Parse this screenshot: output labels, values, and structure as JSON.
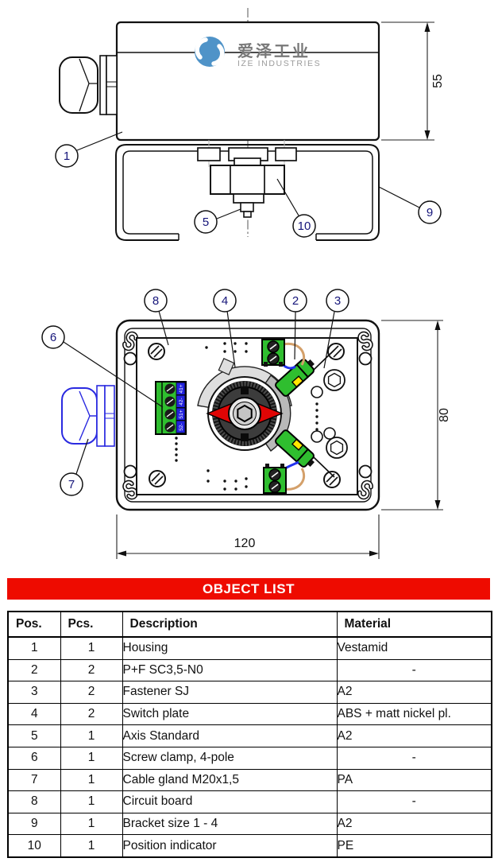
{
  "logo": {
    "brand_cn": "爱泽工业",
    "brand_en": "IZE INDUSTRIES"
  },
  "drawings": {
    "side_view": {
      "dim_height_label": "55",
      "callout_1": "1",
      "callout_5": "5",
      "callout_9": "9",
      "callout_10": "10"
    },
    "top_view": {
      "dim_height_label": "80",
      "dim_width_label": "120",
      "callout_2": "2",
      "callout_3": "3",
      "callout_4": "4",
      "callout_6": "6",
      "callout_7": "7",
      "callout_8": "8",
      "terminal_labels": [
        "41+",
        "42-",
        "51+",
        "52-"
      ]
    }
  },
  "object_list": {
    "title": "OBJECT LIST",
    "columns": [
      "Pos.",
      "Pcs.",
      "Description",
      "Material"
    ],
    "rows": [
      {
        "pos": "1",
        "pcs": "1",
        "description": "Housing",
        "material": "Vestamid"
      },
      {
        "pos": "2",
        "pcs": "2",
        "description": "P+F SC3,5-N0",
        "material": "-"
      },
      {
        "pos": "3",
        "pcs": "2",
        "description": "Fastener SJ",
        "material": "A2"
      },
      {
        "pos": "4",
        "pcs": "2",
        "description": "Switch plate",
        "material": "ABS + matt nickel pl."
      },
      {
        "pos": "5",
        "pcs": "1",
        "description": "Axis Standard",
        "material": "A2"
      },
      {
        "pos": "6",
        "pcs": "1",
        "description": "Screw clamp, 4-pole",
        "material": "-"
      },
      {
        "pos": "7",
        "pcs": "1",
        "description": "Cable gland M20x1,5",
        "material": "PA"
      },
      {
        "pos": "8",
        "pcs": "1",
        "description": "Circuit board",
        "material": "-"
      },
      {
        "pos": "9",
        "pcs": "1",
        "description": "Bracket size 1 - 4",
        "material": "A2"
      },
      {
        "pos": "10",
        "pcs": "1",
        "description": "Position indicator",
        "material": "PE"
      }
    ]
  },
  "colors": {
    "banner_red": "#ee0b00",
    "indicator_red": "#e00505",
    "sensor_green": "#2fbe2f",
    "gland_blue": "#2a2ae0",
    "logo_blue": "#4f93c8",
    "label_blue": "#2222dd"
  }
}
